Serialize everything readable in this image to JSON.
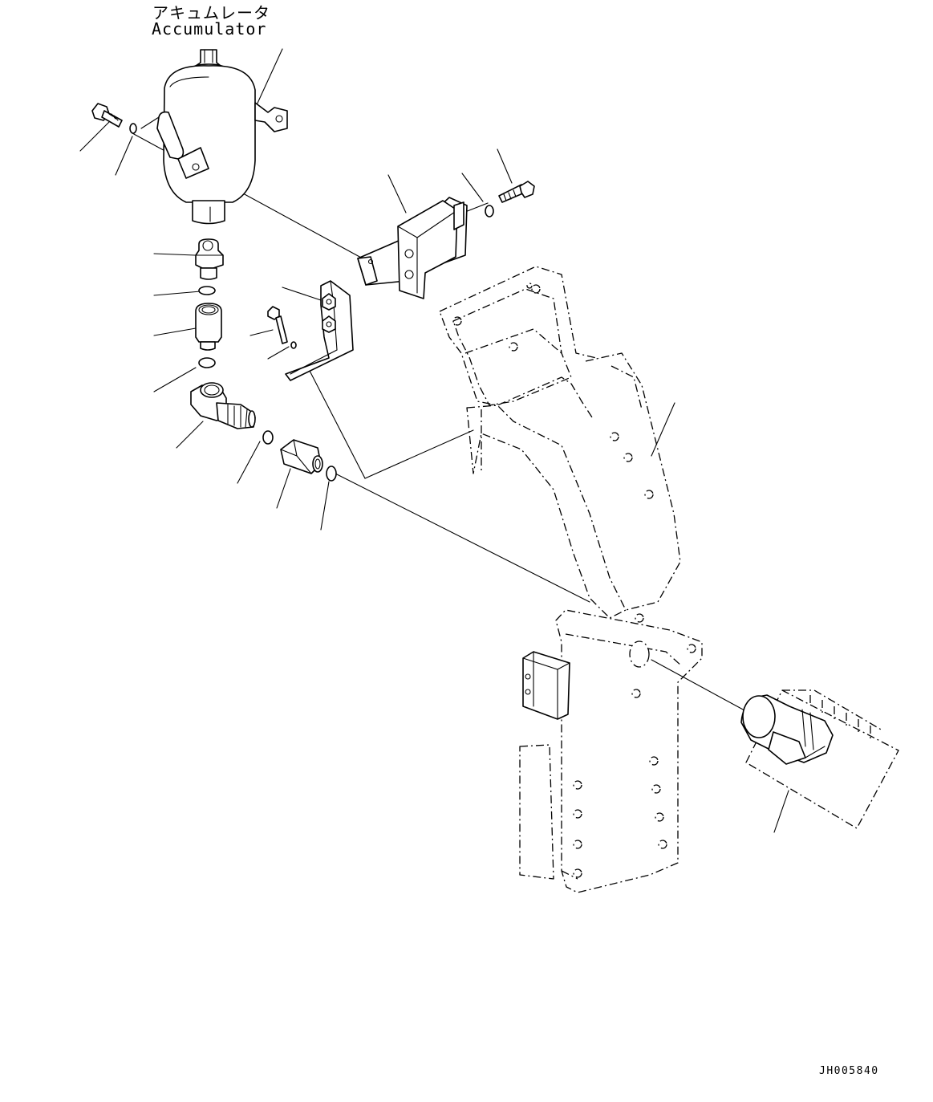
{
  "labels": {
    "part_name_jp": "アキュムレータ",
    "part_name_en": "Accumulator",
    "drawing_code": "JH005840"
  }
}
